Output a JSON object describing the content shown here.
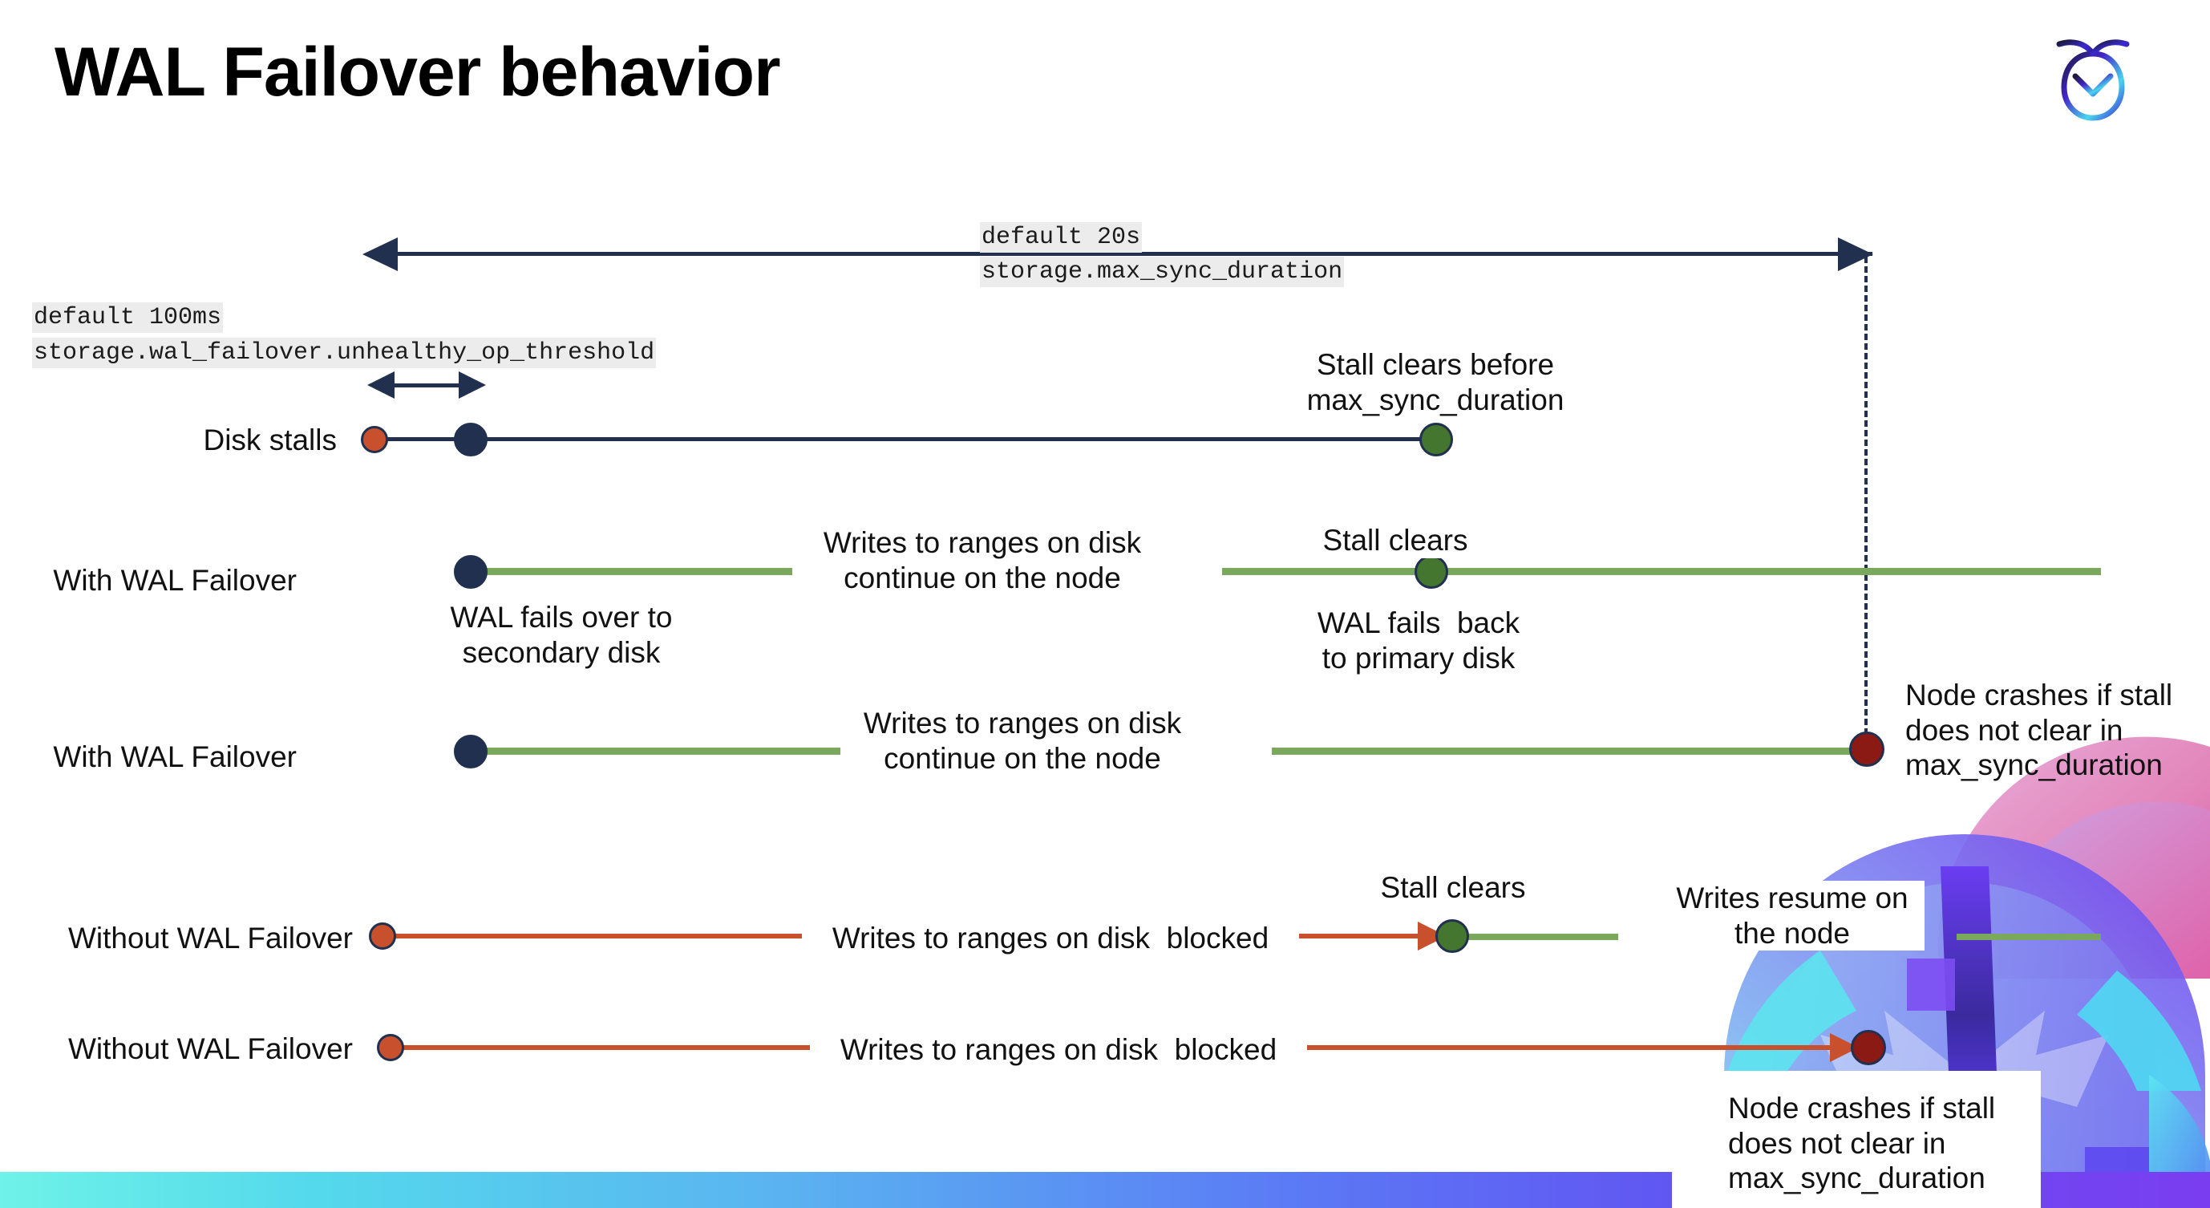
{
  "slide": {
    "title": "WAL Failover behavior",
    "logo_name": "cockroachdb-logo"
  },
  "settings": {
    "max_sync": {
      "default": "default 20s",
      "name": "storage.max_sync_duration"
    },
    "unhealthy": {
      "default": "default 100ms",
      "name": "storage.wal_failover.unhealthy_op_threshold"
    }
  },
  "rows": [
    {
      "id": "disk-stalls",
      "label": "Disk stalls",
      "annotations": [
        "Stall clears before\nmax_sync_duration"
      ]
    },
    {
      "id": "with-wal-failover-1",
      "label": "With WAL Failover",
      "annotations": [
        "Writes to ranges on disk\ncontinue on the node",
        "WAL fails over to\nsecondary disk",
        "Stall clears",
        "WAL fails  back\nto primary disk"
      ]
    },
    {
      "id": "with-wal-failover-2",
      "label": "With WAL Failover",
      "annotations": [
        "Writes to ranges on disk\ncontinue on the node",
        "Node crashes if stall\ndoes not clear in\nmax_sync_duration"
      ]
    },
    {
      "id": "without-wal-failover-1",
      "label": "Without WAL Failover",
      "annotations": [
        "Writes to ranges on disk  blocked",
        "Stall clears",
        "Writes resume on\nthe node"
      ]
    },
    {
      "id": "without-wal-failover-2",
      "label": "Without WAL Failover",
      "annotations": [
        "Writes to ranges on disk  blocked",
        "Node crashes if stall\ndoes not clear in\nmax_sync_duration"
      ]
    }
  ],
  "colors": {
    "navy": "#21304f",
    "green_line": "#7aa85c",
    "green_dot": "#45762f",
    "orange": "#c8502c",
    "dark_red": "#8c1a14",
    "code_bg": "#ececec"
  }
}
